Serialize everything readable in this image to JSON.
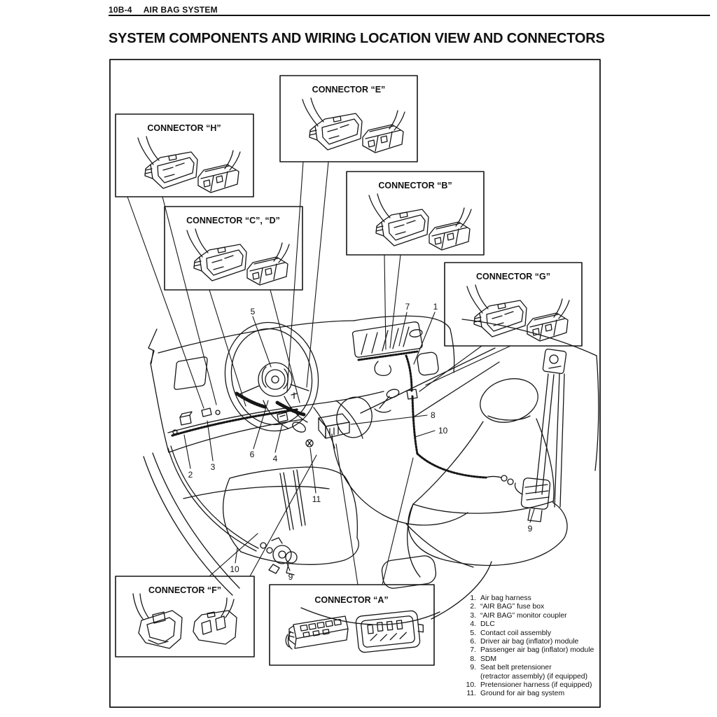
{
  "page": {
    "code": "10B-4",
    "section": "AIR BAG SYSTEM",
    "title": "SYSTEM COMPONENTS AND WIRING LOCATION VIEW AND CONNECTORS"
  },
  "connectors": {
    "h": {
      "label": "CONNECTOR “H”"
    },
    "e": {
      "label": "CONNECTOR “E”"
    },
    "cd": {
      "label": "CONNECTOR “C”, “D”"
    },
    "b": {
      "label": "CONNECTOR “B”"
    },
    "g": {
      "label": "CONNECTOR “G”"
    },
    "f": {
      "label": "CONNECTOR “F”"
    },
    "a": {
      "label": "CONNECTOR “A”"
    }
  },
  "callouts": {
    "n1": "1",
    "n2": "2",
    "n3": "3",
    "n4": "4",
    "n5": "5",
    "n6": "6",
    "n7": "7",
    "n8": "8",
    "n9": "9",
    "n10": "10",
    "n11": "11"
  },
  "legend": {
    "items": [
      {
        "num": "1.",
        "text": "Air bag harness"
      },
      {
        "num": "2.",
        "text": "“AIR BAG” fuse box"
      },
      {
        "num": "3.",
        "text": "“AIR BAG” monitor coupler"
      },
      {
        "num": "4.",
        "text": "DLC"
      },
      {
        "num": "5.",
        "text": "Contact coil assembly"
      },
      {
        "num": "6.",
        "text": "Driver air bag (inflator) module"
      },
      {
        "num": "7.",
        "text": "Passenger air bag (inflator) module"
      },
      {
        "num": "8.",
        "text": "SDM"
      },
      {
        "num": "9.",
        "text": "Seat belt pretensioner",
        "text2": "(retractor assembly) (if equipped)"
      },
      {
        "num": "10.",
        "text": "Pretensioner harness (if equipped)"
      },
      {
        "num": "11.",
        "text": "Ground for air bag system"
      }
    ]
  },
  "colors": {
    "ink": "#161616",
    "paper": "#ffffff"
  }
}
